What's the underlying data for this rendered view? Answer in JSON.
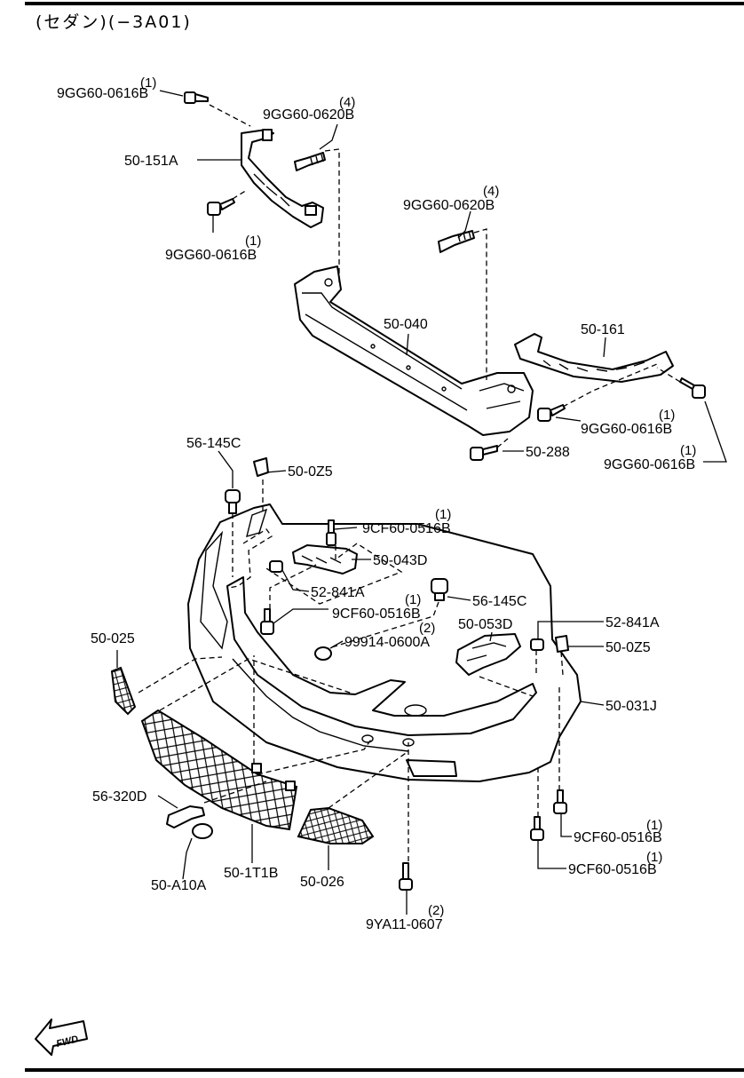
{
  "header": {
    "caption": "(セダン)(−3A01)"
  },
  "fwd_badge": {
    "text": "FWD"
  },
  "callouts": [
    {
      "id": "c1",
      "part": "9GG60-0616B",
      "qty": "(1)"
    },
    {
      "id": "c2",
      "part": "9GG60-0620B",
      "qty": "(4)"
    },
    {
      "id": "c3",
      "part": "50-151A",
      "qty": ""
    },
    {
      "id": "c4",
      "part": "9GG60-0616B",
      "qty": "(1)"
    },
    {
      "id": "c5",
      "part": "9GG60-0620B",
      "qty": "(4)"
    },
    {
      "id": "c6",
      "part": "50-040",
      "qty": ""
    },
    {
      "id": "c7",
      "part": "50-161",
      "qty": ""
    },
    {
      "id": "c8",
      "part": "9GG60-0616B",
      "qty": "(1)"
    },
    {
      "id": "c9",
      "part": "50-288",
      "qty": ""
    },
    {
      "id": "c10",
      "part": "9GG60-0616B",
      "qty": "(1)"
    },
    {
      "id": "c11",
      "part": "56-145C",
      "qty": ""
    },
    {
      "id": "c12",
      "part": "50-0Z5",
      "qty": ""
    },
    {
      "id": "c13",
      "part": "9CF60-0516B",
      "qty": "(1)"
    },
    {
      "id": "c14",
      "part": "50-043D",
      "qty": ""
    },
    {
      "id": "c15",
      "part": "52-841A",
      "qty": ""
    },
    {
      "id": "c16",
      "part": "56-145C",
      "qty": ""
    },
    {
      "id": "c17",
      "part": "9CF60-0516B",
      "qty": "(1)"
    },
    {
      "id": "c18",
      "part": "50-025",
      "qty": ""
    },
    {
      "id": "c19",
      "part": "99914-0600A",
      "qty": "(2)"
    },
    {
      "id": "c20",
      "part": "50-053D",
      "qty": ""
    },
    {
      "id": "c21",
      "part": "52-841A",
      "qty": ""
    },
    {
      "id": "c22",
      "part": "50-0Z5",
      "qty": ""
    },
    {
      "id": "c23",
      "part": "50-031J",
      "qty": ""
    },
    {
      "id": "c24",
      "part": "56-320D",
      "qty": ""
    },
    {
      "id": "c25",
      "part": "9CF60-0516B",
      "qty": "(1)"
    },
    {
      "id": "c26",
      "part": "9CF60-0516B",
      "qty": "(1)"
    },
    {
      "id": "c27",
      "part": "50-A10A",
      "qty": ""
    },
    {
      "id": "c28",
      "part": "50-1T1B",
      "qty": ""
    },
    {
      "id": "c29",
      "part": "50-026",
      "qty": ""
    },
    {
      "id": "c30",
      "part": "9YA11-0607",
      "qty": "(2)"
    }
  ]
}
